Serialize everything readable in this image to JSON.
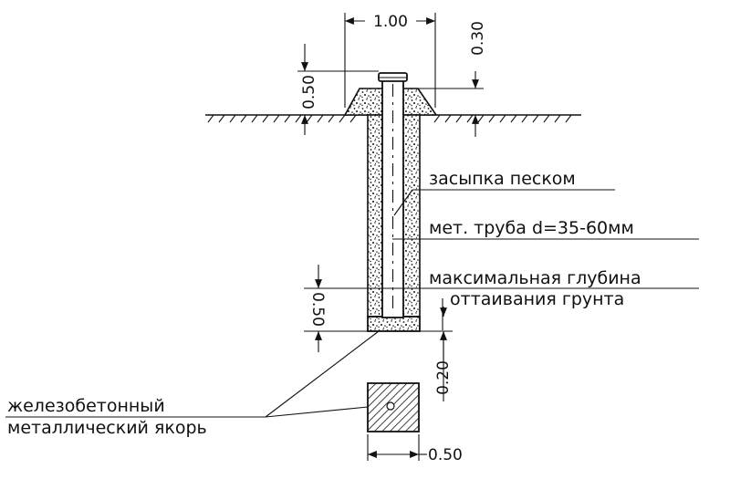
{
  "labels": {
    "sand_backfill": "засыпка песком",
    "metal_pipe": "мет. труба d=35-60мм",
    "max_depth_line1": "максимальная глубина",
    "max_depth_line2": "оттаивания грунта",
    "anchor_line1": "железобетонный",
    "anchor_line2": "металлический якорь"
  },
  "dimensions": {
    "top_width": "1.00",
    "cap_height": "0.30",
    "mound_height": "0.50",
    "bottom_section": "0.50",
    "anchor_gap": "0.20",
    "anchor_width": "0.50"
  },
  "colors": {
    "line": "#111111",
    "background": "#ffffff"
  }
}
